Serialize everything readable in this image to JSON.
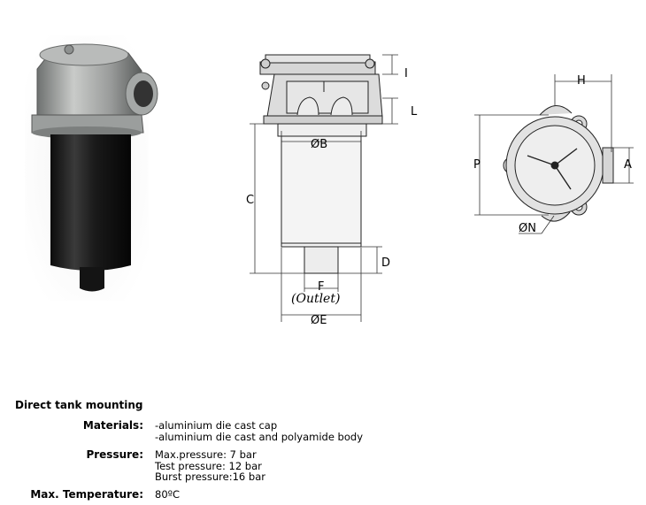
{
  "figure": {
    "dimension_labels": {
      "I": "I",
      "L": "L",
      "H": "H",
      "A": "A",
      "P": "P",
      "N": "ØN",
      "B": "ØB",
      "C": "C",
      "D": "D",
      "F": "F",
      "outlet": "(Outlet)",
      "E": "ØE"
    }
  },
  "section": {
    "title": "Direct tank mounting"
  },
  "specs": [
    {
      "label": "Materials:",
      "values": [
        "-aluminium die cast cap",
        "-aluminium die cast and polyamide body"
      ]
    },
    {
      "label": "Pressure:",
      "values": [
        "Max.pressure: 7 bar",
        "Test pressure: 12 bar",
        "Burst pressure:16 bar"
      ]
    },
    {
      "label": "Max. Temperature:",
      "values": [
        "80ºC"
      ]
    }
  ]
}
